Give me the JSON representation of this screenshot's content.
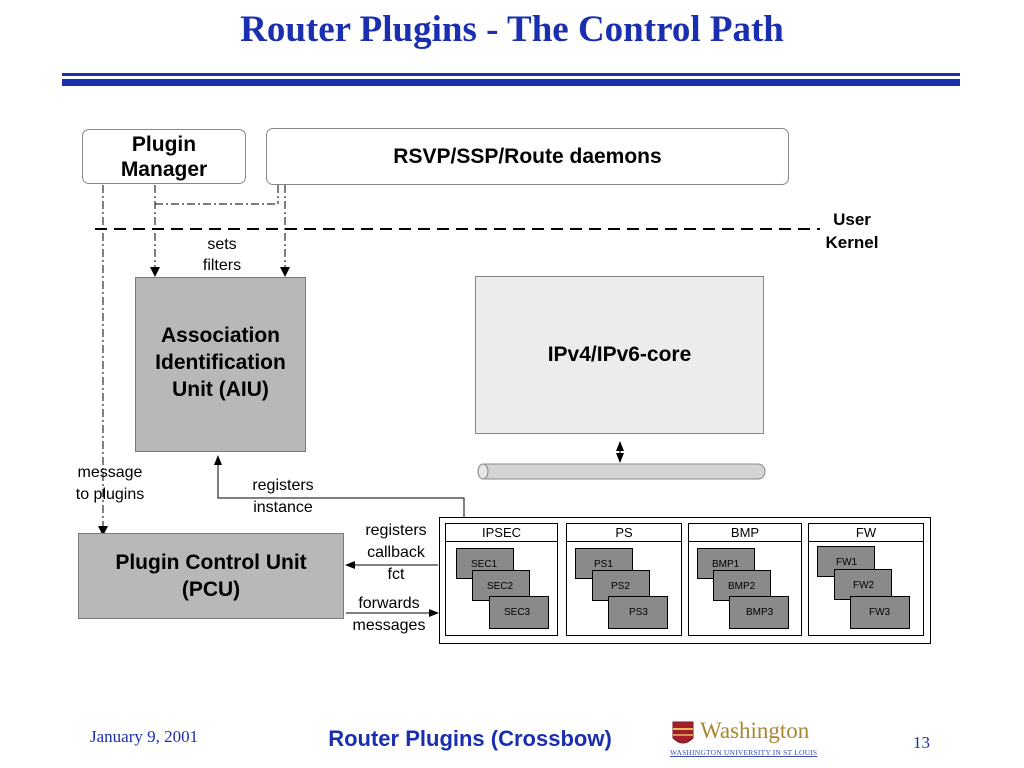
{
  "slide": {
    "title": "Router Plugins - The Control Path"
  },
  "diagram": {
    "plugin_manager": [
      "Plugin",
      "Manager"
    ],
    "daemons": "RSVP/SSP/Route daemons",
    "user_label": "User",
    "kernel_label": "Kernel",
    "sets_filters": [
      "sets",
      "filters"
    ],
    "aiu": [
      "Association",
      "Identification",
      "Unit (AIU)"
    ],
    "core": "IPv4/IPv6-core",
    "message_to_plugins": [
      "message",
      "to plugins"
    ],
    "registers_instance": [
      "registers",
      "instance"
    ],
    "registers_callback": [
      "registers",
      "callback",
      "fct"
    ],
    "forwards_messages": [
      "forwards",
      "messages"
    ],
    "pcu": [
      "Plugin Control Unit",
      "(PCU)"
    ],
    "groups": [
      {
        "label": "IPSEC",
        "instances": [
          "SEC1",
          "SEC2",
          "SEC3"
        ]
      },
      {
        "label": "PS",
        "instances": [
          "PS1",
          "PS2",
          "PS3"
        ]
      },
      {
        "label": "BMP",
        "instances": [
          "BMP1",
          "BMP2",
          "BMP3"
        ]
      },
      {
        "label": "FW",
        "instances": [
          "FW1",
          "FW2",
          "FW3"
        ]
      }
    ]
  },
  "footer": {
    "date": "January 9, 2001",
    "title": "Router Plugins (Crossbow)",
    "logo_text": "Washington",
    "logo_subtext": "WASHINGTON UNIVERSITY IN ST LOUIS",
    "page_number": "13"
  },
  "colors": {
    "title_blue": "#1a2fb0",
    "box_gray": "#b8b8b8",
    "core_gray": "#ececec",
    "instance_gray": "#8a8a8a"
  }
}
